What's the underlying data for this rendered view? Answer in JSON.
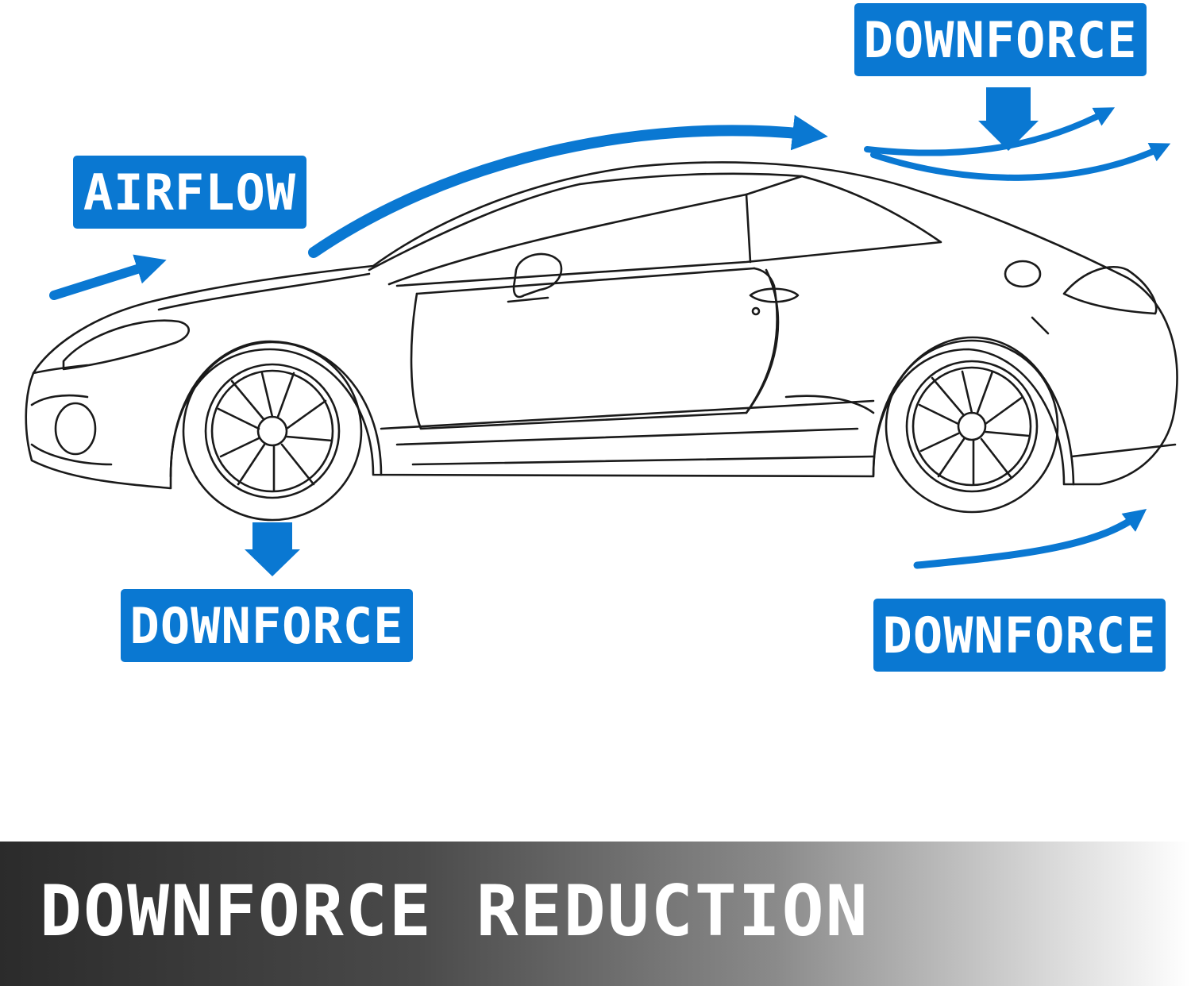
{
  "labels": {
    "airflow": "AIRFLOW",
    "downforce_top": "DOWNFORCE",
    "downforce_front": "DOWNFORCE",
    "downforce_rear": "DOWNFORCE"
  },
  "banner": {
    "title": "DOWNFORCE REDUCTION"
  },
  "colors": {
    "accent_blue": "#0a78d2",
    "line_art": "#1a1a1a",
    "banner_dark": "#2b2b2b"
  }
}
